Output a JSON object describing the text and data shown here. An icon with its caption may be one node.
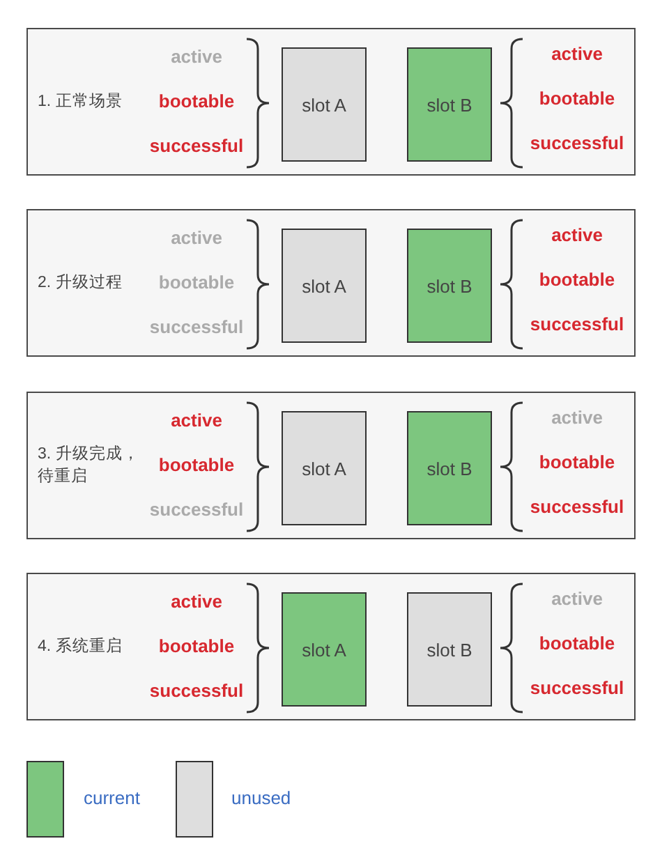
{
  "diagram": {
    "nodes": [
      {
        "text": [
          "1. 正常场景"
        ]
      },
      {
        "text": [
          "slot A"
        ],
        "in": 0,
        "beside": [
          "active",
          "bootable",
          "successful"
        ]
      },
      {
        "text": [
          "slot B"
        ],
        "in": 0,
        "beside": [
          "active",
          "bootable",
          "successful"
        ]
      },
      {
        "text": [
          "2. 升级过程"
        ]
      },
      {
        "text": [
          "slot A"
        ],
        "in": 3,
        "beside": [
          "active",
          "bootable",
          "successful"
        ]
      },
      {
        "text": [
          "slot B"
        ],
        "in": 3,
        "beside": [
          "active",
          "bootable",
          "successful"
        ]
      },
      {
        "text": [
          "3. 升级完成，待重启"
        ]
      },
      {
        "text": [
          "slot A"
        ],
        "in": 6,
        "beside": [
          "active",
          "bootable",
          "successful"
        ]
      },
      {
        "text": [
          "slot B"
        ],
        "in": 6,
        "beside": [
          "active",
          "bootable",
          "successful"
        ]
      },
      {
        "text": [
          "4. 系统重启"
        ]
      },
      {
        "text": [
          "slot A"
        ],
        "in": 9,
        "beside": [
          "active",
          "bootable",
          "successful"
        ]
      },
      {
        "text": [
          "slot B"
        ],
        "in": 9,
        "beside": [
          "active",
          "bootable",
          "successful"
        ]
      }
    ],
    "legend": [
      {
        "text": "current",
        "color": "#7dc67f"
      },
      {
        "text": "unused",
        "color": "#dedede"
      }
    ]
  }
}
